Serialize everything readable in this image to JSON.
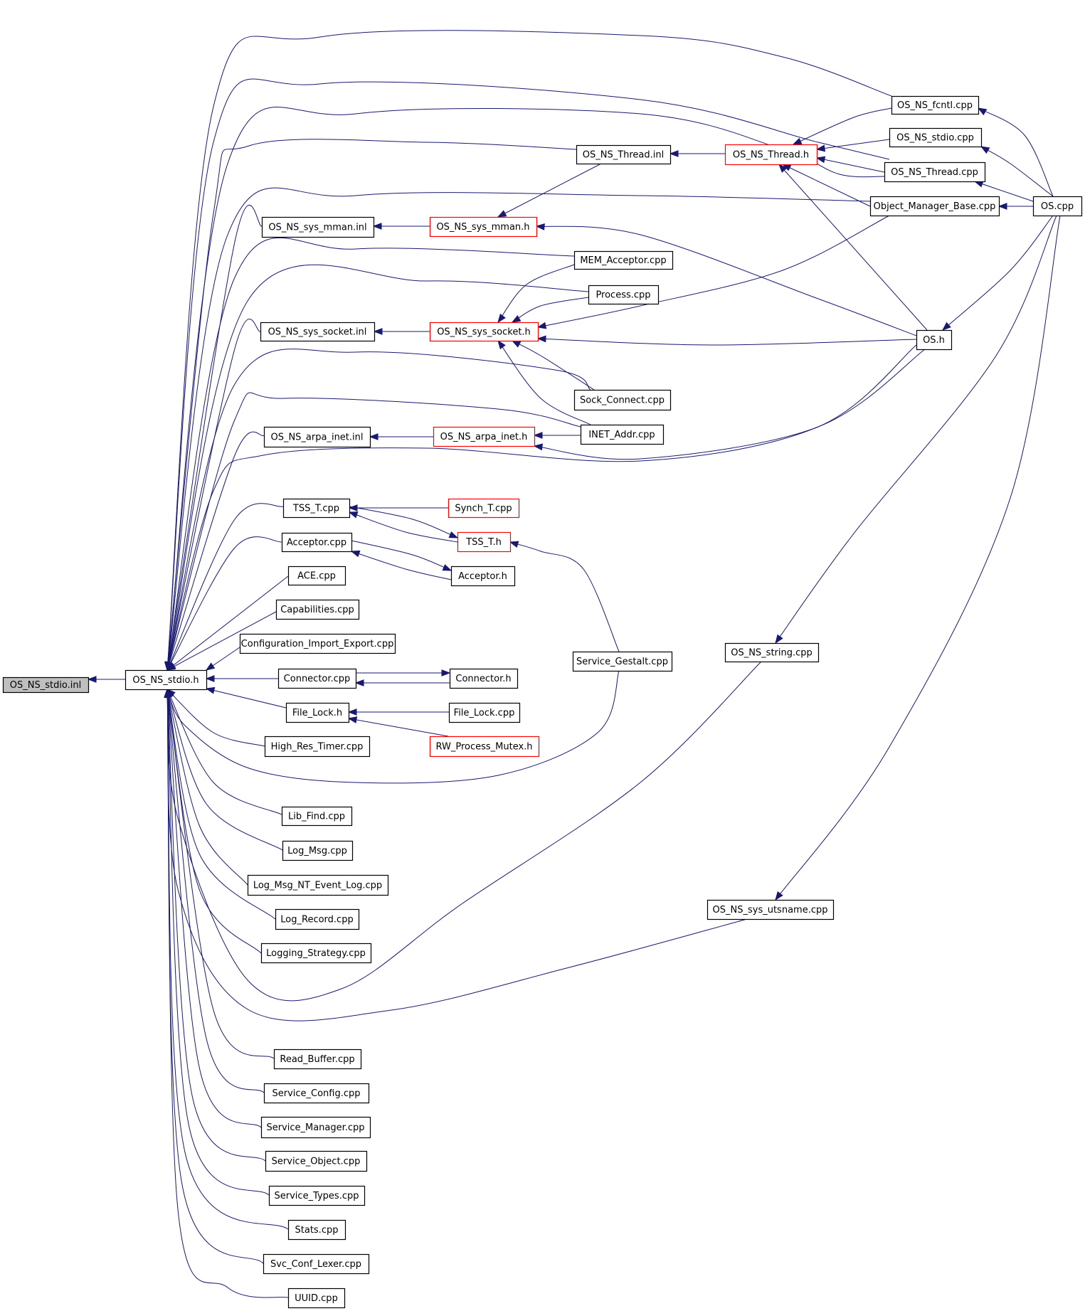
{
  "colors": {
    "edge": "#191970",
    "node_border": "#000000",
    "truncated_border": "#ff0000",
    "root_fill": "#bfbfbf",
    "node_fill": "#ffffff"
  },
  "nodes": [
    {
      "id": "n_root",
      "label": "OS_NS_stdio.inl",
      "kind": "root"
    },
    {
      "id": "n_stdio_h",
      "label": "OS_NS_stdio.h",
      "kind": "normal"
    },
    {
      "id": "n_fcntl",
      "label": "OS_NS_fcntl.cpp",
      "kind": "normal"
    },
    {
      "id": "n_stdio_cpp",
      "label": "OS_NS_stdio.cpp",
      "kind": "normal"
    },
    {
      "id": "n_thread_inl",
      "label": "OS_NS_Thread.inl",
      "kind": "normal"
    },
    {
      "id": "n_thread_h",
      "label": "OS_NS_Thread.h",
      "kind": "truncated"
    },
    {
      "id": "n_thread_cpp",
      "label": "OS_NS_Thread.cpp",
      "kind": "normal"
    },
    {
      "id": "n_omb",
      "label": "Object_Manager_Base.cpp",
      "kind": "normal"
    },
    {
      "id": "n_os_cpp",
      "label": "OS.cpp",
      "kind": "normal"
    },
    {
      "id": "n_mman_inl",
      "label": "OS_NS_sys_mman.inl",
      "kind": "normal"
    },
    {
      "id": "n_mman_h",
      "label": "OS_NS_sys_mman.h",
      "kind": "truncated"
    },
    {
      "id": "n_mem_acc",
      "label": "MEM_Acceptor.cpp",
      "kind": "normal"
    },
    {
      "id": "n_process",
      "label": "Process.cpp",
      "kind": "normal"
    },
    {
      "id": "n_sock_inl",
      "label": "OS_NS_sys_socket.inl",
      "kind": "normal"
    },
    {
      "id": "n_sock_h",
      "label": "OS_NS_sys_socket.h",
      "kind": "truncated"
    },
    {
      "id": "n_os_h",
      "label": "OS.h",
      "kind": "normal"
    },
    {
      "id": "n_sock_conn",
      "label": "Sock_Connect.cpp",
      "kind": "normal"
    },
    {
      "id": "n_arpa_inl",
      "label": "OS_NS_arpa_inet.inl",
      "kind": "normal"
    },
    {
      "id": "n_arpa_h",
      "label": "OS_NS_arpa_inet.h",
      "kind": "truncated"
    },
    {
      "id": "n_inet",
      "label": "INET_Addr.cpp",
      "kind": "normal"
    },
    {
      "id": "n_tss_cpp",
      "label": "TSS_T.cpp",
      "kind": "normal"
    },
    {
      "id": "n_synch",
      "label": "Synch_T.cpp",
      "kind": "truncated"
    },
    {
      "id": "n_tss_h",
      "label": "TSS_T.h",
      "kind": "truncated"
    },
    {
      "id": "n_acc_cpp",
      "label": "Acceptor.cpp",
      "kind": "normal"
    },
    {
      "id": "n_acc_h",
      "label": "Acceptor.h",
      "kind": "normal"
    },
    {
      "id": "n_ace",
      "label": "ACE.cpp",
      "kind": "normal"
    },
    {
      "id": "n_caps",
      "label": "Capabilities.cpp",
      "kind": "normal"
    },
    {
      "id": "n_cfg_ie",
      "label": "Configuration_Import_Export.cpp",
      "kind": "normal"
    },
    {
      "id": "n_svc_gestalt",
      "label": "Service_Gestalt.cpp",
      "kind": "normal"
    },
    {
      "id": "n_string",
      "label": "OS_NS_string.cpp",
      "kind": "normal"
    },
    {
      "id": "n_conn_cpp",
      "label": "Connector.cpp",
      "kind": "normal"
    },
    {
      "id": "n_conn_h",
      "label": "Connector.h",
      "kind": "normal"
    },
    {
      "id": "n_flock_h",
      "label": "File_Lock.h",
      "kind": "normal"
    },
    {
      "id": "n_flock_cpp",
      "label": "File_Lock.cpp",
      "kind": "normal"
    },
    {
      "id": "n_hrt",
      "label": "High_Res_Timer.cpp",
      "kind": "normal"
    },
    {
      "id": "n_rwpm",
      "label": "RW_Process_Mutex.h",
      "kind": "truncated"
    },
    {
      "id": "n_libfind",
      "label": "Lib_Find.cpp",
      "kind": "normal"
    },
    {
      "id": "n_logmsg",
      "label": "Log_Msg.cpp",
      "kind": "normal"
    },
    {
      "id": "n_logmsg_nt",
      "label": "Log_Msg_NT_Event_Log.cpp",
      "kind": "normal"
    },
    {
      "id": "n_logrec",
      "label": "Log_Record.cpp",
      "kind": "normal"
    },
    {
      "id": "n_logstrat",
      "label": "Logging_Strategy.cpp",
      "kind": "normal"
    },
    {
      "id": "n_utsname",
      "label": "OS_NS_sys_utsname.cpp",
      "kind": "normal"
    },
    {
      "id": "n_readbuf",
      "label": "Read_Buffer.cpp",
      "kind": "normal"
    },
    {
      "id": "n_svc_cfg",
      "label": "Service_Config.cpp",
      "kind": "normal"
    },
    {
      "id": "n_svc_mgr",
      "label": "Service_Manager.cpp",
      "kind": "normal"
    },
    {
      "id": "n_svc_obj",
      "label": "Service_Object.cpp",
      "kind": "normal"
    },
    {
      "id": "n_svc_types",
      "label": "Service_Types.cpp",
      "kind": "normal"
    },
    {
      "id": "n_stats",
      "label": "Stats.cpp",
      "kind": "normal"
    },
    {
      "id": "n_svc_lexer",
      "label": "Svc_Conf_Lexer.cpp",
      "kind": "normal"
    },
    {
      "id": "n_uuid",
      "label": "UUID.cpp",
      "kind": "normal"
    }
  ],
  "edges": [
    {
      "to": "n_root",
      "from": "n_stdio_h"
    },
    {
      "to": "n_stdio_h",
      "from": "n_fcntl"
    },
    {
      "to": "n_stdio_h",
      "from": "n_stdio_cpp"
    },
    {
      "to": "n_stdio_h",
      "from": "n_thread_inl"
    },
    {
      "to": "n_stdio_h",
      "from": "n_thread_cpp"
    },
    {
      "to": "n_stdio_h",
      "from": "n_omb"
    },
    {
      "to": "n_stdio_h",
      "from": "n_mman_inl"
    },
    {
      "to": "n_stdio_h",
      "from": "n_mem_acc"
    },
    {
      "to": "n_stdio_h",
      "from": "n_process"
    },
    {
      "to": "n_stdio_h",
      "from": "n_sock_inl"
    },
    {
      "to": "n_stdio_h",
      "from": "n_sock_conn"
    },
    {
      "to": "n_stdio_h",
      "from": "n_inet"
    },
    {
      "to": "n_stdio_h",
      "from": "n_arpa_inl"
    },
    {
      "to": "n_stdio_h",
      "from": "n_os_h"
    },
    {
      "to": "n_stdio_h",
      "from": "n_tss_cpp"
    },
    {
      "to": "n_stdio_h",
      "from": "n_acc_cpp"
    },
    {
      "to": "n_stdio_h",
      "from": "n_ace"
    },
    {
      "to": "n_stdio_h",
      "from": "n_caps"
    },
    {
      "to": "n_stdio_h",
      "from": "n_cfg_ie"
    },
    {
      "to": "n_stdio_h",
      "from": "n_conn_cpp"
    },
    {
      "to": "n_stdio_h",
      "from": "n_flock_h"
    },
    {
      "to": "n_stdio_h",
      "from": "n_hrt"
    },
    {
      "to": "n_stdio_h",
      "from": "n_svc_gestalt"
    },
    {
      "to": "n_stdio_h",
      "from": "n_libfind"
    },
    {
      "to": "n_stdio_h",
      "from": "n_logmsg"
    },
    {
      "to": "n_stdio_h",
      "from": "n_logmsg_nt"
    },
    {
      "to": "n_stdio_h",
      "from": "n_logrec"
    },
    {
      "to": "n_stdio_h",
      "from": "n_logstrat"
    },
    {
      "to": "n_stdio_h",
      "from": "n_string"
    },
    {
      "to": "n_stdio_h",
      "from": "n_utsname"
    },
    {
      "to": "n_stdio_h",
      "from": "n_readbuf"
    },
    {
      "to": "n_stdio_h",
      "from": "n_svc_cfg"
    },
    {
      "to": "n_stdio_h",
      "from": "n_svc_mgr"
    },
    {
      "to": "n_stdio_h",
      "from": "n_svc_obj"
    },
    {
      "to": "n_stdio_h",
      "from": "n_svc_types"
    },
    {
      "to": "n_stdio_h",
      "from": "n_stats"
    },
    {
      "to": "n_stdio_h",
      "from": "n_svc_lexer"
    },
    {
      "to": "n_stdio_h",
      "from": "n_uuid"
    },
    {
      "to": "n_thread_inl",
      "from": "n_thread_h"
    },
    {
      "to": "n_thread_h",
      "from": "n_fcntl"
    },
    {
      "to": "n_thread_h",
      "from": "n_stdio_cpp"
    },
    {
      "to": "n_thread_h",
      "from": "n_thread_cpp"
    },
    {
      "to": "n_thread_h",
      "from": "n_omb"
    },
    {
      "to": "n_thread_h",
      "from": "n_os_h"
    },
    {
      "to": "n_fcntl",
      "from": "n_os_cpp"
    },
    {
      "to": "n_stdio_cpp",
      "from": "n_os_cpp"
    },
    {
      "to": "n_thread_cpp",
      "from": "n_os_cpp"
    },
    {
      "to": "n_omb",
      "from": "n_os_cpp"
    },
    {
      "to": "n_mman_inl",
      "from": "n_mman_h"
    },
    {
      "to": "n_mman_h",
      "from": "n_thread_inl"
    },
    {
      "to": "n_mman_h",
      "from": "n_os_h"
    },
    {
      "to": "n_sock_inl",
      "from": "n_sock_h"
    },
    {
      "to": "n_sock_h",
      "from": "n_mem_acc"
    },
    {
      "to": "n_sock_h",
      "from": "n_process"
    },
    {
      "to": "n_sock_h",
      "from": "n_omb"
    },
    {
      "to": "n_sock_h",
      "from": "n_os_h"
    },
    {
      "to": "n_sock_h",
      "from": "n_sock_conn"
    },
    {
      "to": "n_sock_h",
      "from": "n_inet"
    },
    {
      "to": "n_os_h",
      "from": "n_os_cpp"
    },
    {
      "to": "n_arpa_inl",
      "from": "n_arpa_h"
    },
    {
      "to": "n_arpa_h",
      "from": "n_inet"
    },
    {
      "to": "n_arpa_h",
      "from": "n_os_h"
    },
    {
      "to": "n_string",
      "from": "n_os_cpp"
    },
    {
      "to": "n_utsname",
      "from": "n_os_cpp"
    },
    {
      "to": "n_tss_cpp",
      "from": "n_synch"
    },
    {
      "to": "n_tss_cpp",
      "from": "n_tss_h"
    },
    {
      "to": "n_tss_h",
      "from": "n_tss_cpp"
    },
    {
      "to": "n_tss_h",
      "from": "n_svc_gestalt"
    },
    {
      "to": "n_acc_cpp",
      "from": "n_acc_h"
    },
    {
      "to": "n_acc_h",
      "from": "n_acc_cpp"
    },
    {
      "to": "n_conn_cpp",
      "from": "n_conn_h"
    },
    {
      "to": "n_conn_h",
      "from": "n_conn_cpp"
    },
    {
      "to": "n_flock_h",
      "from": "n_flock_cpp"
    },
    {
      "to": "n_flock_h",
      "from": "n_rwpm"
    }
  ]
}
